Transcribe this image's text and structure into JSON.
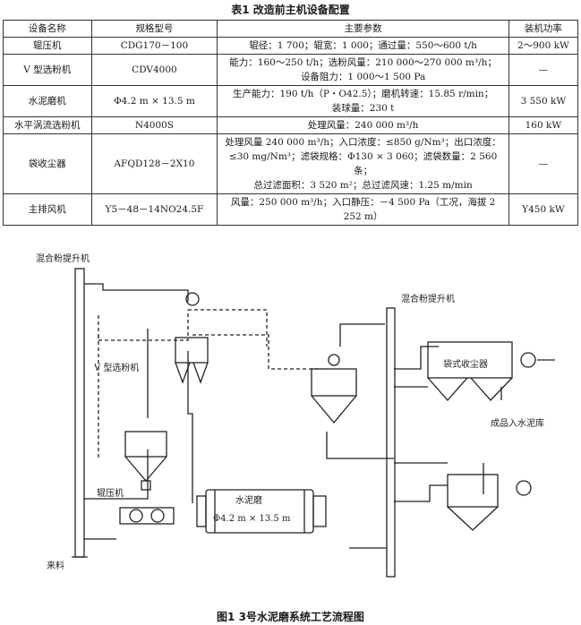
{
  "table": {
    "caption": "表1 改造前主机设备配置",
    "headers": [
      "设备名称",
      "规格型号",
      "主要参数",
      "装机功率"
    ],
    "rows": [
      {
        "name": "辊压机",
        "model": "CDG170－100",
        "params": "辊径：1 700；辊宽：1 000；通过量：550～600 t/h",
        "power": "2～900 kW"
      },
      {
        "name": "V 型选粉机",
        "model": "CDV4000",
        "params": "能力：160～250 t/h；选粉风量：210 000～270 000 m³/h；\n设备阻力：1 000～1 500 Pa",
        "power": "—"
      },
      {
        "name": "水泥磨机",
        "model": "Φ4.2 m × 13.5 m",
        "params": "生产能力：190 t/h（P・O42.5）；磨机转速：15.85 r/min；\n装球量：230 t",
        "power": "3 550 kW"
      },
      {
        "name": "水平涡流选粉机",
        "model": "N4000S",
        "params": "处理风量：240 000 m³/h",
        "power": "160 kW"
      },
      {
        "name": "袋收尘器",
        "model": "AFQD128－2X10",
        "params": "处理风量 240 000 m³/h；入口浓度：≤850 g/Nm³；出口浓度：\n≤30 mg/Nm³；滤袋规格：Φ130 × 3 060；滤袋数量：2 560 条；\n总过滤面积：3 520 m²；总过滤风速：1.25 m/min",
        "power": "—"
      },
      {
        "name": "主排风机",
        "model": "Y5－48－14NO24.5F",
        "params": "风量：250 000 m³/h；入口静压：－4 500 Pa（工况，海拔 2 252 m）",
        "power": "Y450 kW"
      }
    ]
  },
  "figure": {
    "caption": "图1 3号水泥磨系统工艺流程图",
    "labels": {
      "elevator_left": "混合粉提升机",
      "elevator_right": "混合粉提升机",
      "v_separator": "V 型选粉机",
      "roller_press": "辊压机",
      "raw_feed": "来料",
      "mill_name": "水泥磨",
      "mill_size": "Φ4.2 m × 13.5 m",
      "bag_filter": "袋式收尘器",
      "product": "成品入水泥库"
    }
  }
}
